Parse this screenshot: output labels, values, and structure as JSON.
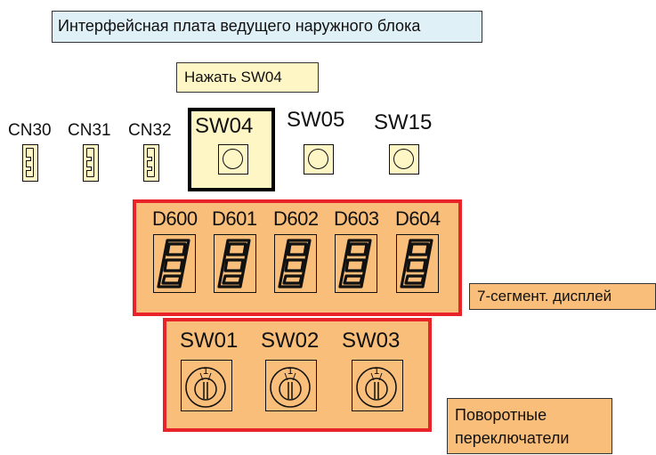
{
  "title": "Интерфейсная плата ведущего наружного блока",
  "press_note": "Нажать SW04",
  "connectors": [
    {
      "label": "CN30"
    },
    {
      "label": "CN31"
    },
    {
      "label": "CN32"
    }
  ],
  "push_switches": [
    {
      "label": "SW04"
    },
    {
      "label": "SW05"
    },
    {
      "label": "SW15"
    }
  ],
  "segment_display": {
    "digits": [
      {
        "label": "D600",
        "glyph": "8"
      },
      {
        "label": "D601",
        "glyph": "8"
      },
      {
        "label": "D602",
        "glyph": "8"
      },
      {
        "label": "D603",
        "glyph": "8"
      },
      {
        "label": "D604",
        "glyph": "8"
      }
    ],
    "caption": "7-сегмент. дисплей"
  },
  "rotary_switches": {
    "switches": [
      {
        "label": "SW01",
        "mark": "1"
      },
      {
        "label": "SW02",
        "mark": "1"
      },
      {
        "label": "SW03",
        "mark": "1"
      }
    ],
    "caption_line1": "Поворотные",
    "caption_line2": "переключатели"
  },
  "colors": {
    "title_bg": "#dff0f7",
    "note_bg": "#fff6c6",
    "panel_bg": "#f9be79",
    "panel_border": "#e8242a",
    "highlight_border": "#000000"
  }
}
